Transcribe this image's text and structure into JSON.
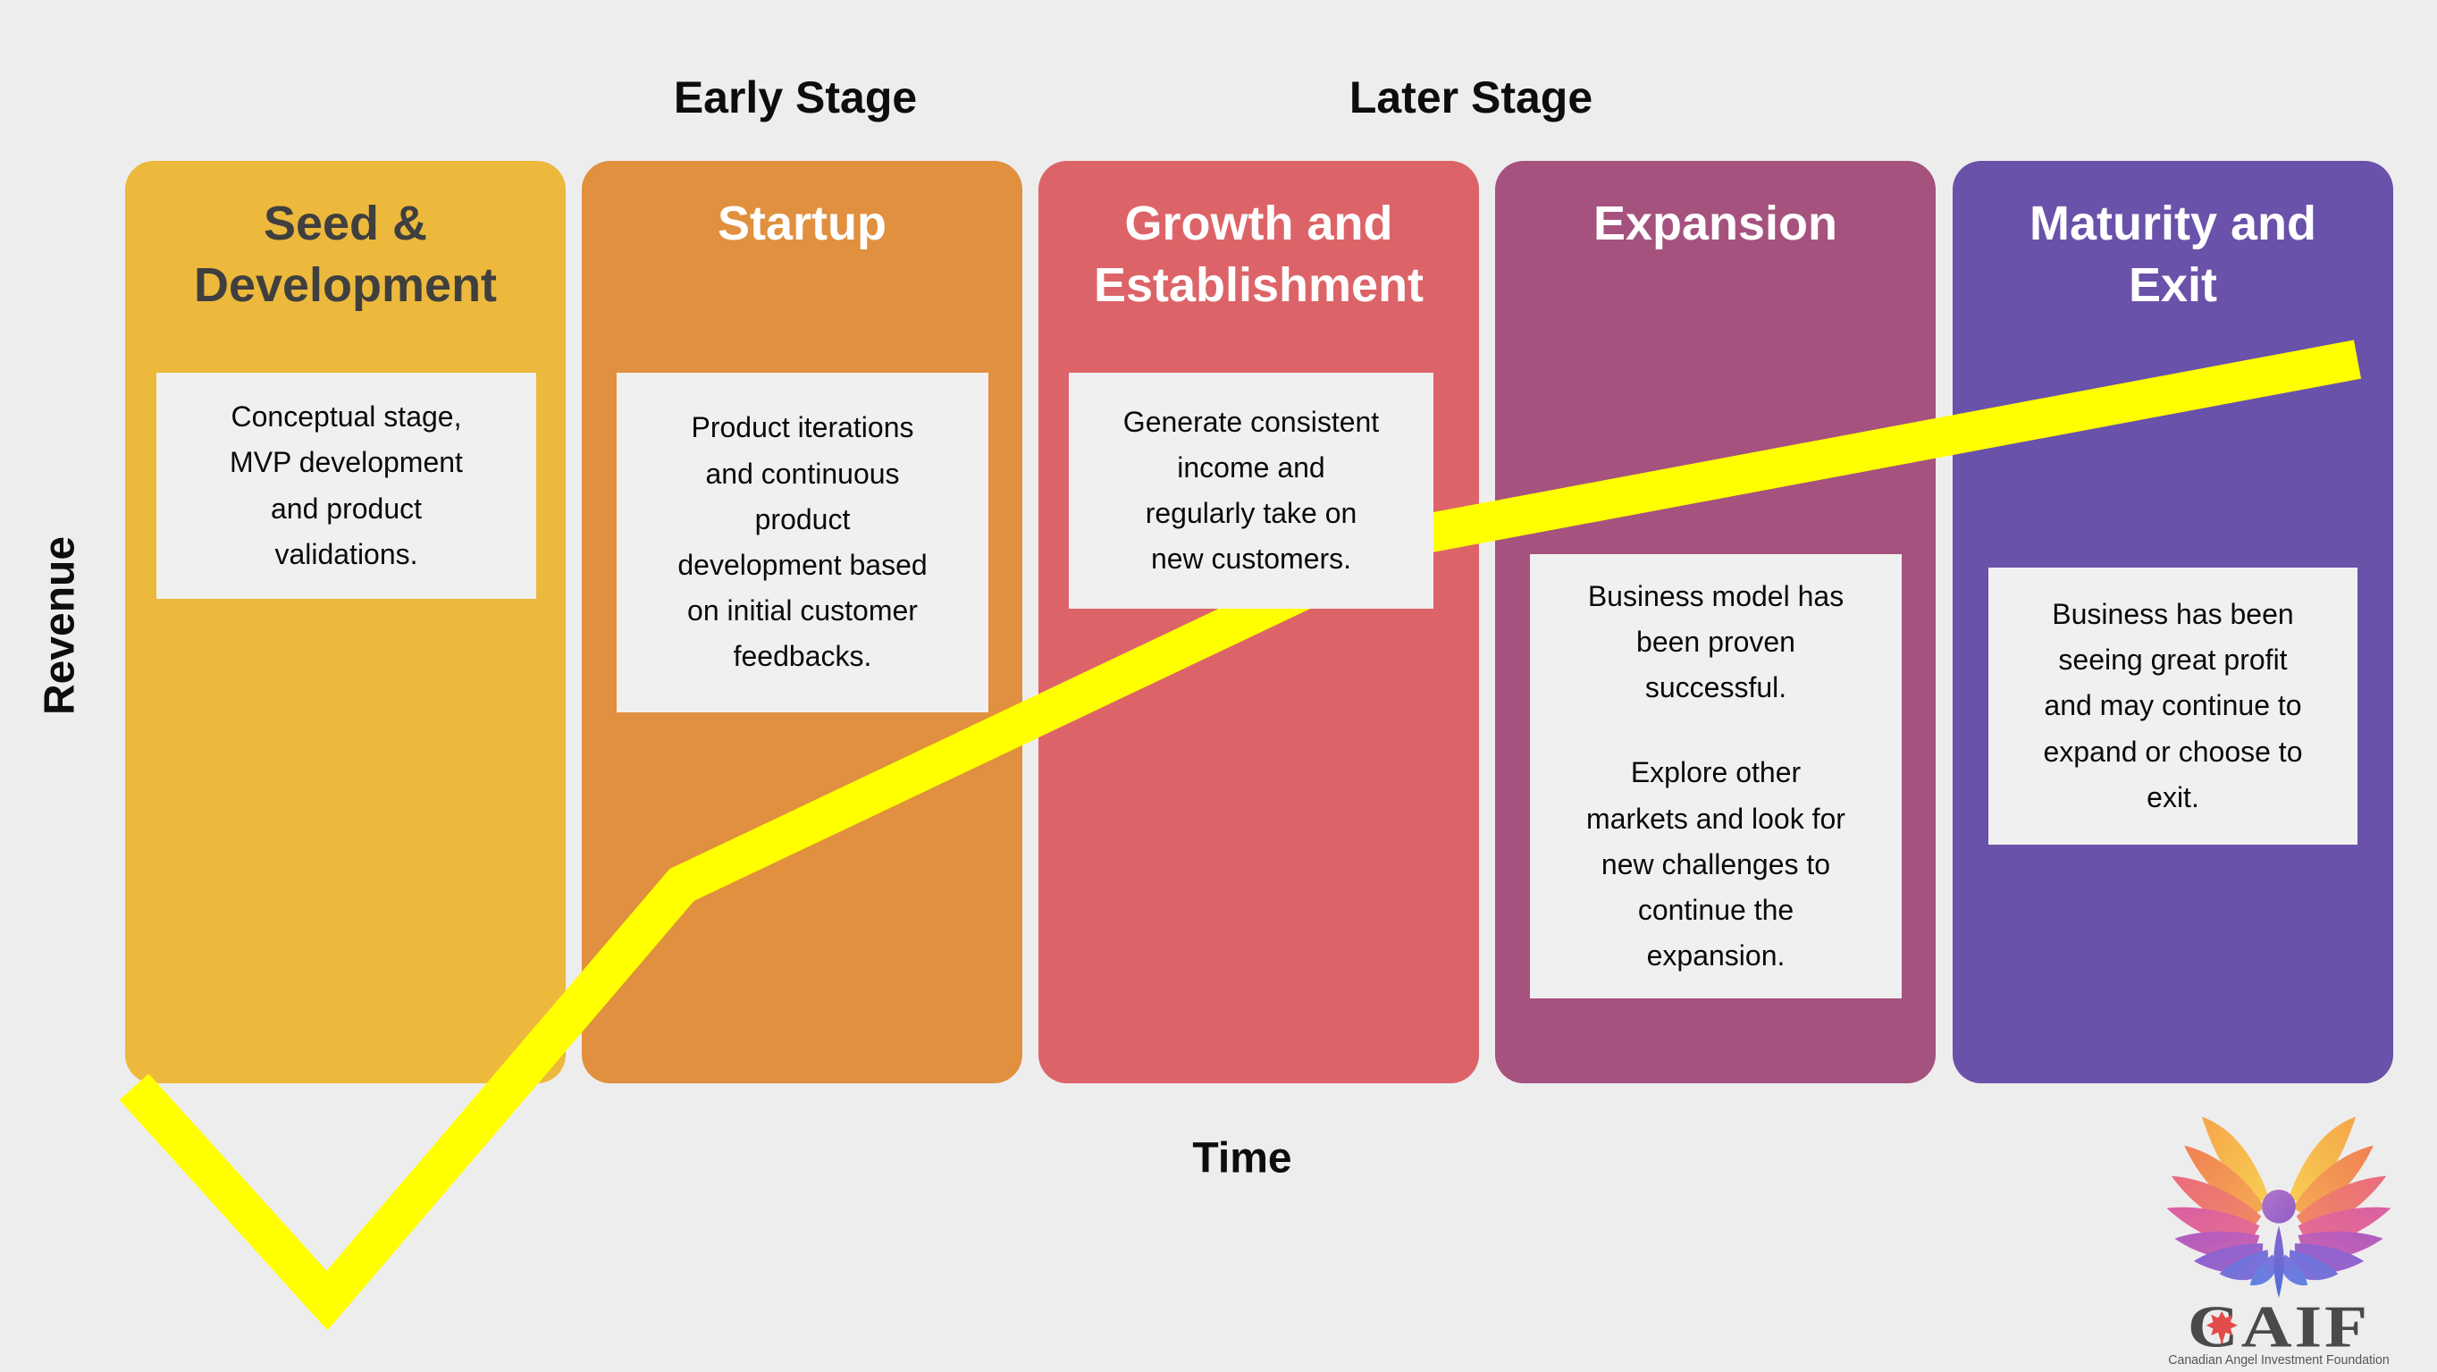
{
  "page": {
    "background": "#EEEDEE",
    "note_background": "#F1F0F1"
  },
  "axis": {
    "y_label": "Revenue",
    "x_label": "Time"
  },
  "group_headers": [
    {
      "label": "Early Stage"
    },
    {
      "label": "Later Stage"
    }
  ],
  "stages": [
    {
      "title": "Seed &\nDevelopment",
      "color": "#ECB93D",
      "title_color": "#3F3F3F",
      "description": "Conceptual stage,\nMVP development\nand product\nvalidations."
    },
    {
      "title": "Startup",
      "color": "#E0903E",
      "title_color": "#FFFFFF",
      "description": "Product iterations\nand continuous\nproduct\ndevelopment based\non initial customer\nfeedbacks."
    },
    {
      "title": "Growth and\nEstablishment",
      "color": "#DC6468",
      "title_color": "#FFFFFF",
      "description": "Generate consistent\nincome and\nregularly take on\nnew customers."
    },
    {
      "title": "Expansion",
      "color": "#A5527E",
      "title_color": "#FFFFFF",
      "description": "Business model has\nbeen proven\nsuccessful.",
      "description2": "Explore other\nmarkets and look for\nnew challenges to\ncontinue the\nexpansion."
    },
    {
      "title": "Maturity and\nExit",
      "color": "#6A51A9",
      "title_color": "#FFFFFF",
      "description": "Business has been\nseeing great profit\nand may continue to\nexpand or choose to\nexit."
    }
  ],
  "revenue_line": {
    "color": "#FFFF00",
    "width": 44,
    "points": [
      [
        150,
        1216
      ],
      [
        366,
        1455
      ],
      [
        763,
        990
      ],
      [
        1590,
        598
      ],
      [
        2638,
        402
      ]
    ]
  },
  "logo": {
    "acronym": "CAIF",
    "tagline": "Canadian Angel Investment Foundation",
    "maple_leaf_color": "#E24C4B",
    "text_color": "#4A4A4A"
  }
}
